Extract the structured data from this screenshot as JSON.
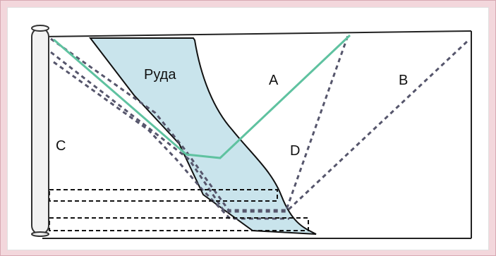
{
  "diagram": {
    "labels": {
      "ore": "Руда",
      "a": "A",
      "b": "B",
      "c": "C",
      "d": "D"
    },
    "colors": {
      "background": "#f3d7dc",
      "panel": "#ffffff",
      "ore_fill": "#c9e4ec",
      "ore_stroke": "#111111",
      "line_green": "#5fc2a0",
      "line_dashed": "#56566c",
      "dashed_boxes": "#111111",
      "pipe_fill": "#f2f2f2",
      "pipe_stroke": "#333333"
    },
    "icons": {
      "pipe": "vertical-pipe-icon"
    }
  }
}
